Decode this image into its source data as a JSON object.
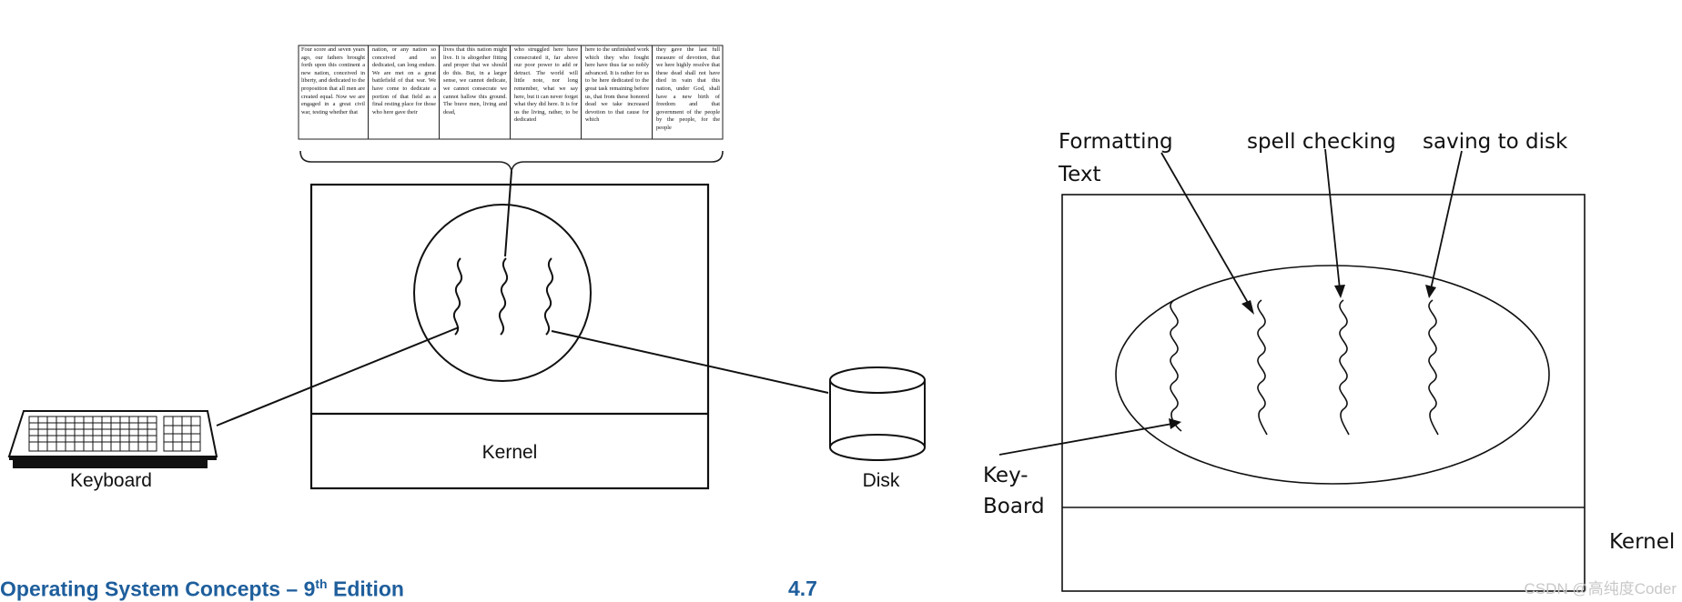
{
  "left_diagram": {
    "document_columns": [
      "Four score and seven years ago, our fathers brought forth upon this continent a new nation, conceived in liberty, and dedicated to the proposition that all men are created equal. Now we are engaged in a great civil war, testing whether that",
      "nation, or any nation so conceived and so dedicated, can long endure. We are met on a great battlefield of that war. We have come to dedicate a portion of that field as a final resting place for those who here gave their",
      "lives that this nation might live. It is altogether fitting and proper that we should do this. But, in a larger sense, we cannot dedicate, we cannot consecrate we cannot hallow this ground. The brave men, living and dead,",
      "who struggled here have consecrated it, far above our poor power to add or detract. The world will little note, nor long remember, what we say here, but it can never forget what they did here. It is for us the living, rather, to be dedicated",
      "here to the unfinished work which they who fought here have thus far so nobly advanced. It is rather for us to be here dedicated to the great task remaining before us, that from these honored dead we take increased devotion to that cause for which",
      "they gave the last full measure of devotion, that we here highly resolve that these dead shall not have died in vain that this nation, under God, shall have a new birth of freedom and that government of the people by the people, for the people"
    ],
    "kernel_label": "Kernel",
    "keyboard_label": "Keyboard",
    "disk_label": "Disk"
  },
  "right_diagram": {
    "formatting_label_line1": "Formatting",
    "formatting_label_line2": "Text",
    "spell_label": "spell checking",
    "saving_label": "saving to disk",
    "keyboard_label_line1": "Key-",
    "keyboard_label_line2": "Board",
    "kernel_label": "Kernel"
  },
  "footer": {
    "title_main": "Operating System Concepts – 9",
    "title_sup": "th",
    "title_end": " Edition",
    "page": "4.7"
  },
  "watermark": "CSDN @高纯度Coder"
}
